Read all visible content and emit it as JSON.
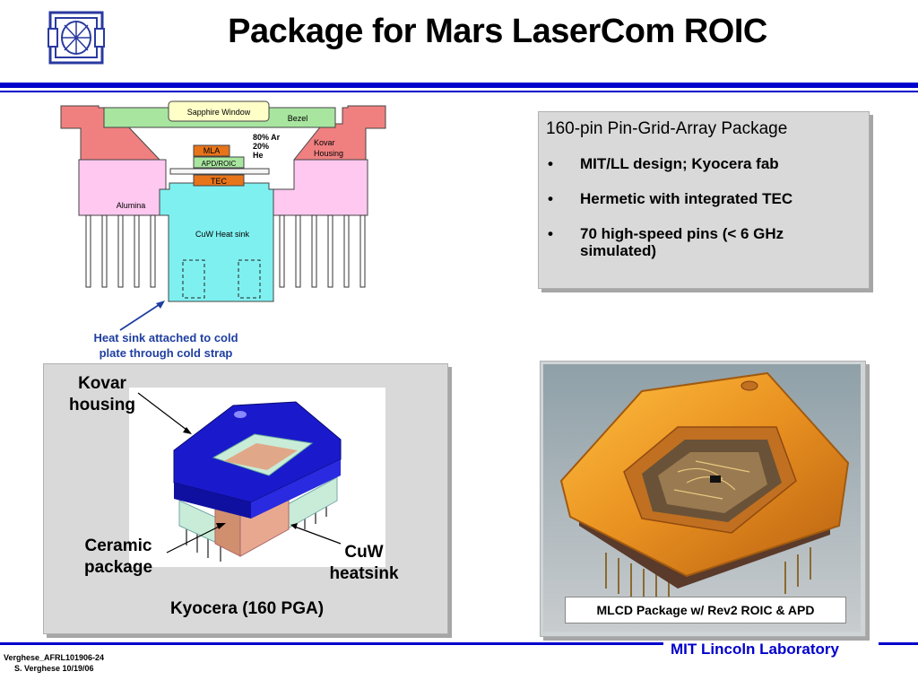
{
  "slide": {
    "title": "Package for Mars LaserCom ROIC"
  },
  "diagram": {
    "sapphire_window": "Sapphire Window",
    "bezel": "Bezel",
    "gas": [
      "80% Ar",
      "20%",
      "He"
    ],
    "kovar": [
      "Kovar",
      "Housing"
    ],
    "mla": "MLA",
    "apd_roic": "APD/ROIC",
    "tec": "TEC",
    "alumina": "Alumina",
    "heatsink": "CuW Heat sink",
    "caption": [
      "Heat sink attached to cold",
      "plate through cold strap"
    ]
  },
  "summary": {
    "heading": "160-pin Pin-Grid-Array Package",
    "bullet_char": "•",
    "bullets": [
      "MIT/LL design; Kyocera fab",
      "Hermetic with integrated TEC",
      "70 high-speed pins (< 6 GHz simulated)"
    ]
  },
  "render": {
    "labels": {
      "kovar": [
        "Kovar",
        "housing"
      ],
      "ceramic": [
        "Ceramic",
        "package"
      ],
      "cuw": [
        "CuW",
        "heatsink"
      ]
    },
    "caption": "Kyocera (160 PGA)"
  },
  "photo": {
    "caption": "MLCD Package w/ Rev2 ROIC & APD"
  },
  "footer": {
    "lab": "MIT Lincoln Laboratory",
    "ref": "Verghese_AFRL101906-24",
    "author": "S. Verghese 10/19/06"
  },
  "colors": {
    "accent": "#0000cc",
    "kovar": "#f08080",
    "bezel": "#a8e6a0",
    "alumina": "#ffc8f0",
    "heatsink": "#7ff0f0",
    "mla_tec": "#e8741a",
    "package_blue": "#1a1acc"
  }
}
